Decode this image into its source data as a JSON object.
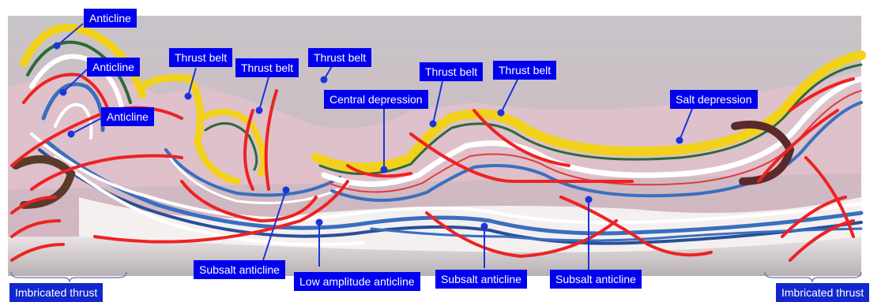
{
  "labels": {
    "anticline_1": "Anticline",
    "anticline_2": "Anticline",
    "anticline_3": "Anticline",
    "thrust_belt_1": "Thrust belt",
    "thrust_belt_2": "Thrust belt",
    "thrust_belt_3": "Thrust belt",
    "thrust_belt_4": "Thrust belt",
    "thrust_belt_5": "Thrust belt",
    "central_depression": "Central depression",
    "salt_depression": "Salt depression",
    "subsalt_anticline_1": "Subsalt anticline",
    "subsalt_anticline_2": "Subsalt anticline",
    "subsalt_anticline_3": "Subsalt anticline",
    "low_amplitude_anticline": "Low amplitude anticline",
    "imbricated_thrust_left": "Imbricated thrust",
    "imbricated_thrust_right": "Imbricated thrust"
  },
  "colors": {
    "label_background": "#0000ee",
    "label_text": "#ffffff",
    "fault_lines": "#ee2222",
    "leader_lines": "#1a35d8",
    "salt_layer": "#f4f0f0",
    "yellow_strata": "#f2d11a",
    "blue_strata": "#3a6fbf",
    "overburden": "#c9c2c6"
  }
}
